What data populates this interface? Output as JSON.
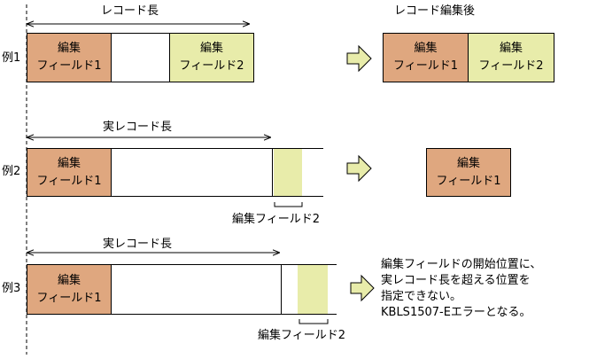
{
  "record_length_label": "レコード長",
  "after_edit_label": "レコード編集後",
  "actual_record_length_label": "実レコード長",
  "field1_label": "編集\nフィールド1",
  "field2_label": "編集\nフィールド2",
  "field2_inline_label": "編集フィールド2",
  "examples": [
    {
      "label": "例1"
    },
    {
      "label": "例2"
    },
    {
      "label": "例3",
      "note": "編集フィールドの開始位置に、\n実レコード長を超える位置を\n指定できない。\nKBLS1507-Eエラーとなる。"
    }
  ],
  "colors": {
    "field1": "#dfa77f",
    "field2": "#e8ecaa",
    "arrow": "#e8ecaa"
  }
}
